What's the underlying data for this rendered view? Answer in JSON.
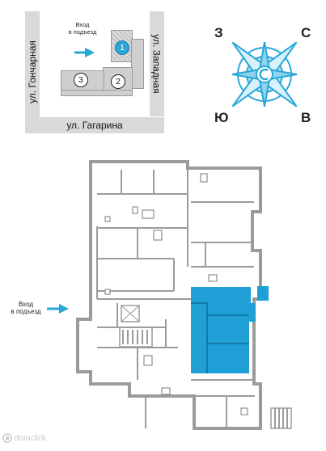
{
  "site_map": {
    "street_left": "ул. Гончарная",
    "street_right": "ул. Западная",
    "street_bottom": "ул. Гагарина",
    "entrance_label": "Вход\nв подъезд",
    "buildings": [
      "1",
      "2",
      "3"
    ]
  },
  "compass": {
    "north": "С",
    "west": "З",
    "south": "Ю",
    "east": "В",
    "color": "#29a8d8"
  },
  "floorplan": {
    "entrance_label": "Вход\nв подъезд",
    "highlight_color": "#1e9fd6",
    "wall_color": "#9b9b9b"
  },
  "watermark": {
    "text": "domclick"
  }
}
